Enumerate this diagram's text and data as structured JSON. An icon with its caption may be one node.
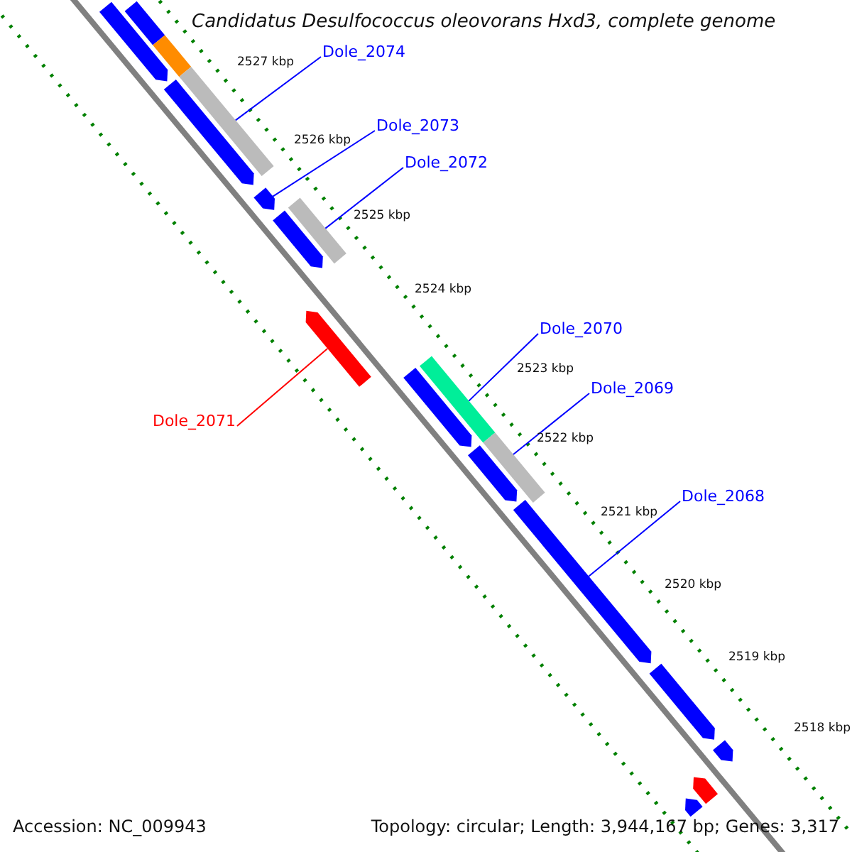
{
  "diagram": {
    "title": "Candidatus Desulfococcus oleovorans Hxd3, complete genome",
    "nodes": [
      {
        "text": [
          "Dole_2074"
        ]
      },
      {
        "text": [
          "Dole_2073"
        ]
      },
      {
        "text": [
          "Dole_2072"
        ]
      },
      {
        "text": [
          "Dole_2070"
        ]
      },
      {
        "text": [
          "Dole_2069"
        ]
      },
      {
        "text": [
          "Dole_2071"
        ]
      },
      {
        "text": [
          "Dole_2068"
        ]
      },
      {
        "text": [],
        "shape": "bar"
      },
      {
        "text": [],
        "shape": "arrow"
      },
      {
        "text": [],
        "shape": "bar"
      },
      {
        "text": [],
        "shape": "arrow"
      },
      {
        "text": [],
        "shape": "bar"
      },
      {
        "text": [],
        "shape": "arrow"
      },
      {
        "text": [],
        "shape": "arrow"
      },
      {
        "text": [],
        "shape": "bar"
      },
      {
        "text": [],
        "shape": "arrow"
      },
      {
        "text": [],
        "shape": "arrow"
      },
      {
        "text": [],
        "shape": "bar"
      },
      {
        "text": [],
        "shape": "arrow"
      },
      {
        "text": [],
        "shape": "bar"
      },
      {
        "text": [],
        "shape": "arrow"
      },
      {
        "text": [],
        "shape": "arrow"
      },
      {
        "text": [],
        "shape": "arrow"
      },
      {
        "text": [],
        "shape": "arrow"
      },
      {
        "text": [],
        "shape": "arrow"
      }
    ],
    "edges": [
      {
        "from": 0,
        "to": 11,
        "arrow": "none"
      },
      {
        "from": 1,
        "to": 12,
        "arrow": "none"
      },
      {
        "from": 2,
        "to": 14,
        "arrow": "none"
      },
      {
        "from": 3,
        "to": 17,
        "arrow": "none"
      },
      {
        "from": 4,
        "to": 19,
        "arrow": "none"
      },
      {
        "from": 5,
        "to": 15,
        "arrow": "none",
        "color": "#ff0000"
      },
      {
        "from": 6,
        "to": 20,
        "arrow": "none"
      }
    ],
    "labels": [
      "2527 kbp",
      "2526 kbp",
      "2525 kbp",
      "2524 kbp",
      "2523 kbp",
      "2522 kbp",
      "2521 kbp",
      "2520 kbp",
      "2519 kbp",
      "2518 kbp",
      "Accession: NC_009943",
      "Topology: circular; Length: 3,944,167 bp; Genes: 3,317"
    ]
  }
}
